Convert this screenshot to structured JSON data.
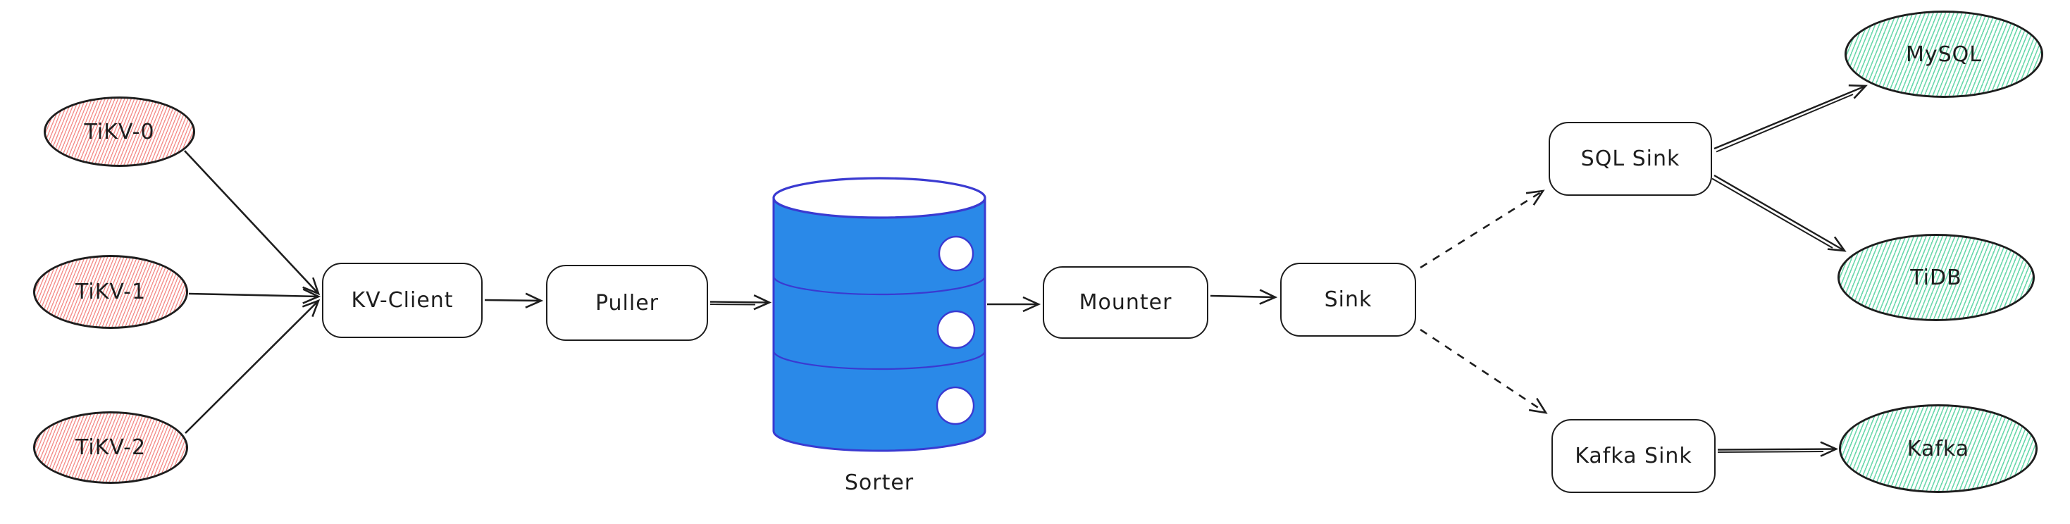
{
  "diagram": {
    "nodes": {
      "tikv0": {
        "label": "TiKV-0",
        "shape": "ellipse",
        "fill": "red-hachure"
      },
      "tikv1": {
        "label": "TiKV-1",
        "shape": "ellipse",
        "fill": "red-hachure"
      },
      "tikv2": {
        "label": "TiKV-2",
        "shape": "ellipse",
        "fill": "red-hachure"
      },
      "kv_client": {
        "label": "KV-Client",
        "shape": "rounded-rect",
        "fill": "white"
      },
      "puller": {
        "label": "Puller",
        "shape": "rounded-rect",
        "fill": "white"
      },
      "sorter": {
        "label": "Sorter",
        "shape": "database-cylinder",
        "fill": "blue"
      },
      "mounter": {
        "label": "Mounter",
        "shape": "rounded-rect",
        "fill": "white"
      },
      "sink": {
        "label": "Sink",
        "shape": "rounded-rect",
        "fill": "white"
      },
      "sql_sink": {
        "label": "SQL Sink",
        "shape": "rounded-rect",
        "fill": "white"
      },
      "kafka_sink": {
        "label": "Kafka Sink",
        "shape": "rounded-rect",
        "fill": "white"
      },
      "mysql": {
        "label": "MySQL",
        "shape": "ellipse",
        "fill": "green-hachure"
      },
      "tidb": {
        "label": "TiDB",
        "shape": "ellipse",
        "fill": "green-hachure"
      },
      "kafka": {
        "label": "Kafka",
        "shape": "ellipse",
        "fill": "green-hachure"
      }
    },
    "edges": [
      {
        "from": "TiKV-0",
        "to": "KV-Client",
        "style": "solid"
      },
      {
        "from": "TiKV-1",
        "to": "KV-Client",
        "style": "solid"
      },
      {
        "from": "TiKV-2",
        "to": "KV-Client",
        "style": "solid"
      },
      {
        "from": "KV-Client",
        "to": "Puller",
        "style": "solid"
      },
      {
        "from": "Puller",
        "to": "Sorter",
        "style": "solid-double"
      },
      {
        "from": "Sorter",
        "to": "Mounter",
        "style": "solid"
      },
      {
        "from": "Mounter",
        "to": "Sink",
        "style": "solid"
      },
      {
        "from": "Sink",
        "to": "SQL Sink",
        "style": "dashed"
      },
      {
        "from": "Sink",
        "to": "Kafka Sink",
        "style": "dashed"
      },
      {
        "from": "SQL Sink",
        "to": "MySQL",
        "style": "solid-double"
      },
      {
        "from": "SQL Sink",
        "to": "TiDB",
        "style": "solid-double"
      },
      {
        "from": "Kafka Sink",
        "to": "Kafka",
        "style": "solid-double"
      }
    ],
    "colors": {
      "stroke": "#1e1e1e",
      "source_hatch": "#f5908d",
      "target_hatch": "#6bd9ad",
      "cylinder_fill": "#2a89e8",
      "cylinder_stroke": "#3a3ad1"
    }
  }
}
